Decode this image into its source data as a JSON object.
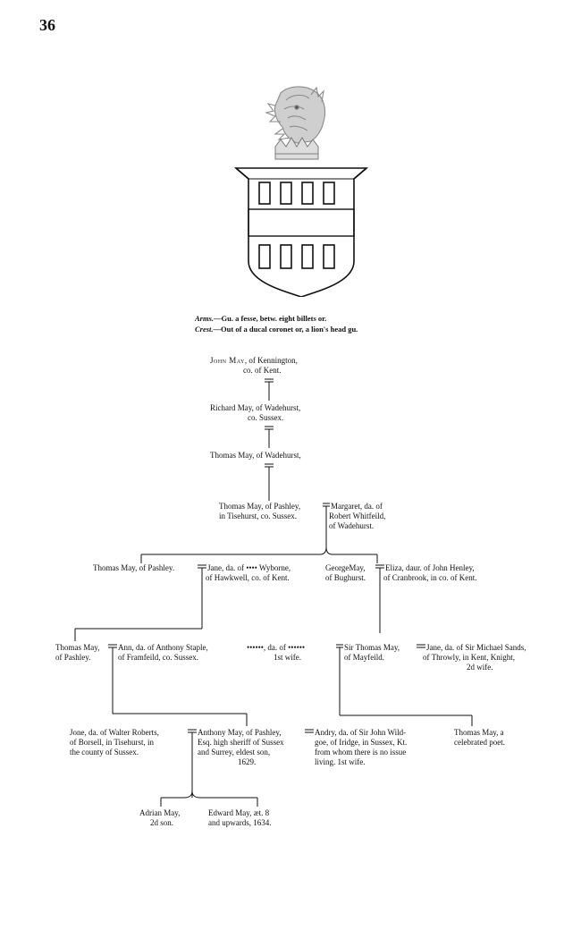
{
  "page_number": "36",
  "arms_line": {
    "label": "Arms.",
    "text": "—Gu. a fesse, betw. eight billets or."
  },
  "crest_line": {
    "label": "Crest.",
    "text": "—Out of a ducal coronet or, a lion's head gu."
  },
  "gen1": {
    "name": "John May",
    "line1_rest": ", of Kennington,",
    "line2": "co. of Kent."
  },
  "gen2": {
    "line1": "Richard May, of Wadehurst,",
    "line2": "co. Sussex."
  },
  "gen3": {
    "line1": "Thomas May, of Wadehurst,"
  },
  "gen4": {
    "husband": {
      "line1": "Thomas May, of Pashley,",
      "line2": "in Tisehurst, co. Sussex."
    },
    "wife": {
      "line1": "Margaret, da. of",
      "line2": "Robert Whitfeild,",
      "line3": "of Wadehurst."
    }
  },
  "gen5a": {
    "husband": {
      "line1": "Thomas May, of Pashley."
    },
    "wife": {
      "line1": "Jane, da. of •••• Wyborne,",
      "line2": "of Hawkwell, co. of Kent."
    }
  },
  "gen5b": {
    "husband": {
      "line1": "GeorgeMay,",
      "line2": "of Bughurst."
    },
    "wife": {
      "line1": "Eliza, daur. of John Henley,",
      "line2": "of Cranbrook, in co. of Kent."
    }
  },
  "gen6a": {
    "husband": {
      "line1": "Thomas May,",
      "line2": "of Pashley."
    },
    "wife": {
      "line1": "Ann, da. of Anthony Staple,",
      "line2": "of Framfeild, co. Sussex."
    }
  },
  "gen6b": {
    "first_wife": {
      "line1": "••••••, da. of ••••••",
      "line2": "1st wife."
    },
    "husband": {
      "line1": "Sir Thomas May,",
      "line2": "of Mayfeild."
    },
    "second_wife": {
      "line1": "Jane, da. of Sir Michael Sands,",
      "line2": "of Throwly, in Kent, Knight,",
      "line3": "2d wife."
    }
  },
  "gen7": {
    "jone": {
      "line1": "Jone, da. of Walter Roberts,",
      "line2": "of Borsell, in Tisehurst, in",
      "line3": "the county of Sussex."
    },
    "anthony": {
      "line1": "Anthony May, of Pashley,",
      "line2": "Esq. high sheriff of Sussex",
      "line3": "and Surrey, eldest son,",
      "line4": "1629."
    },
    "andry": {
      "line1": "Andry, da. of Sir John Wild-",
      "line2": "goe, of Iridge, in Sussex, Kt.",
      "line3": "from whom there is no issue",
      "line4": "living.   1st wife."
    },
    "thomas_poet": {
      "line1": "Thomas May, a",
      "line2": "celebrated poet."
    }
  },
  "gen8": {
    "adrian": {
      "line1": "Adrian May,",
      "line2": "2d son."
    },
    "edward": {
      "line1": "Edward May, æt. 8",
      "line2": "and upwards, 1634."
    }
  },
  "colors": {
    "ink": "#111111",
    "crest_grey": "#9a9a9a"
  }
}
